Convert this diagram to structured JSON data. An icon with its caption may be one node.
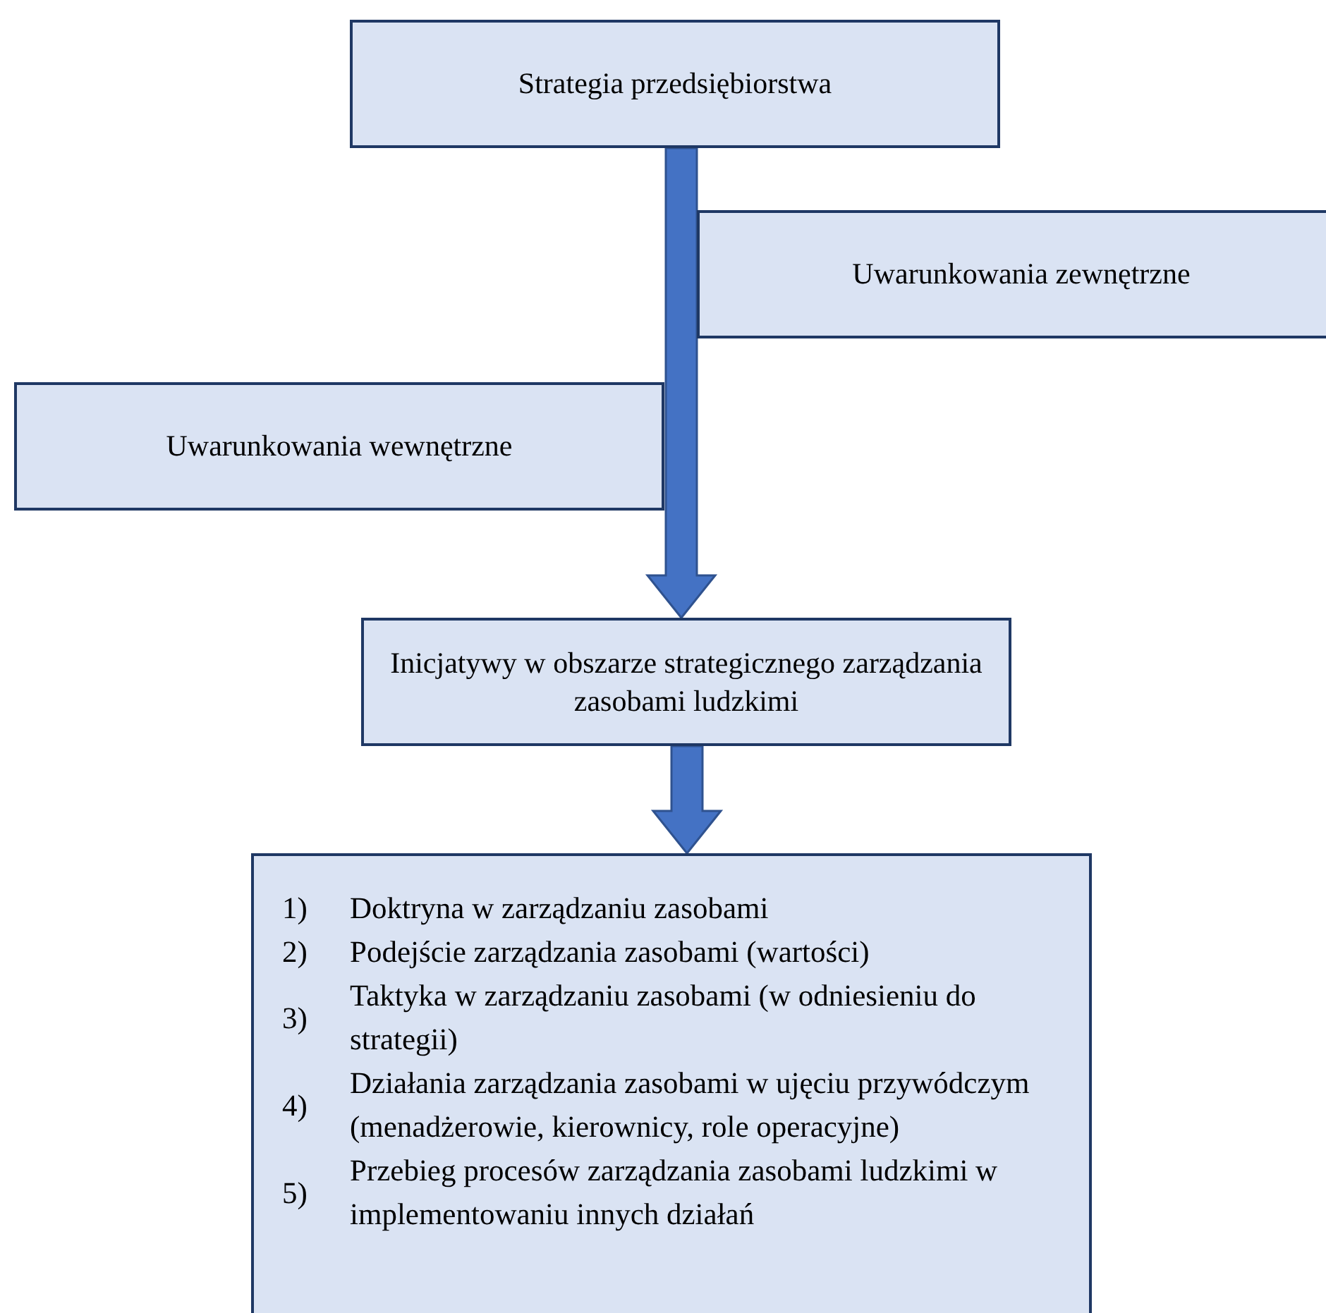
{
  "diagram": {
    "nodes": [
      {
        "text": [
          "Strategia przedsiębiorstwa"
        ]
      },
      {
        "text": [
          "Uwarunkowania zewnętrzne"
        ]
      },
      {
        "text": [
          "Uwarunkowania wewnętrzne"
        ]
      },
      {
        "text": [
          "Inicjatywy w obszarze strategicznego zarządzania zasobami ludzkimi"
        ]
      },
      {
        "text": [
          "1)",
          "Doktryna w zarządzaniu zasobami",
          "2)",
          "Podejście zarządzania zasobami (wartości)",
          "3)",
          "Taktyka w zarządzaniu zasobami (w odniesieniu do strategii)",
          "4)",
          "Działania zarządzania zasobami w ujęciu przywódczym (menadżerowie, kierownicy, role operacyjne)",
          "5)",
          "Przebieg procesów zarządzania zasobami ludzkimi w implementowaniu innych działań"
        ]
      }
    ],
    "edges": [
      {
        "from": 0,
        "to": 3,
        "arrow": "to"
      },
      {
        "from": 3,
        "to": 4,
        "arrow": "to"
      }
    ]
  }
}
